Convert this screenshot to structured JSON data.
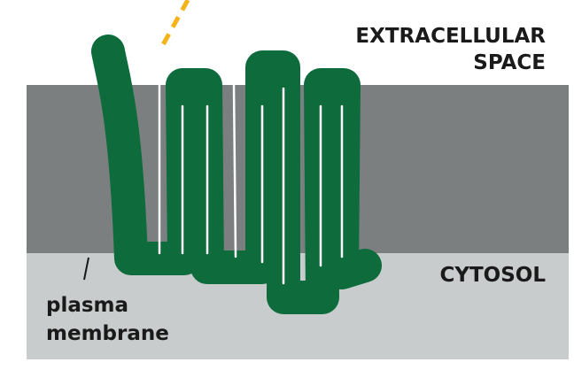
{
  "labels": {
    "extracellular_line1": "EXTRACELLULAR",
    "extracellular_line2": "SPACE",
    "cytosol": "CYTOSOL",
    "membrane_line1": "plasma",
    "membrane_line2": "membrane"
  },
  "colors": {
    "membrane": "#7b7f80",
    "cytosol": "#c8cccc",
    "protein": "#0d6b3c",
    "signal": "#f5b31a",
    "text": "#1a1a1a"
  }
}
